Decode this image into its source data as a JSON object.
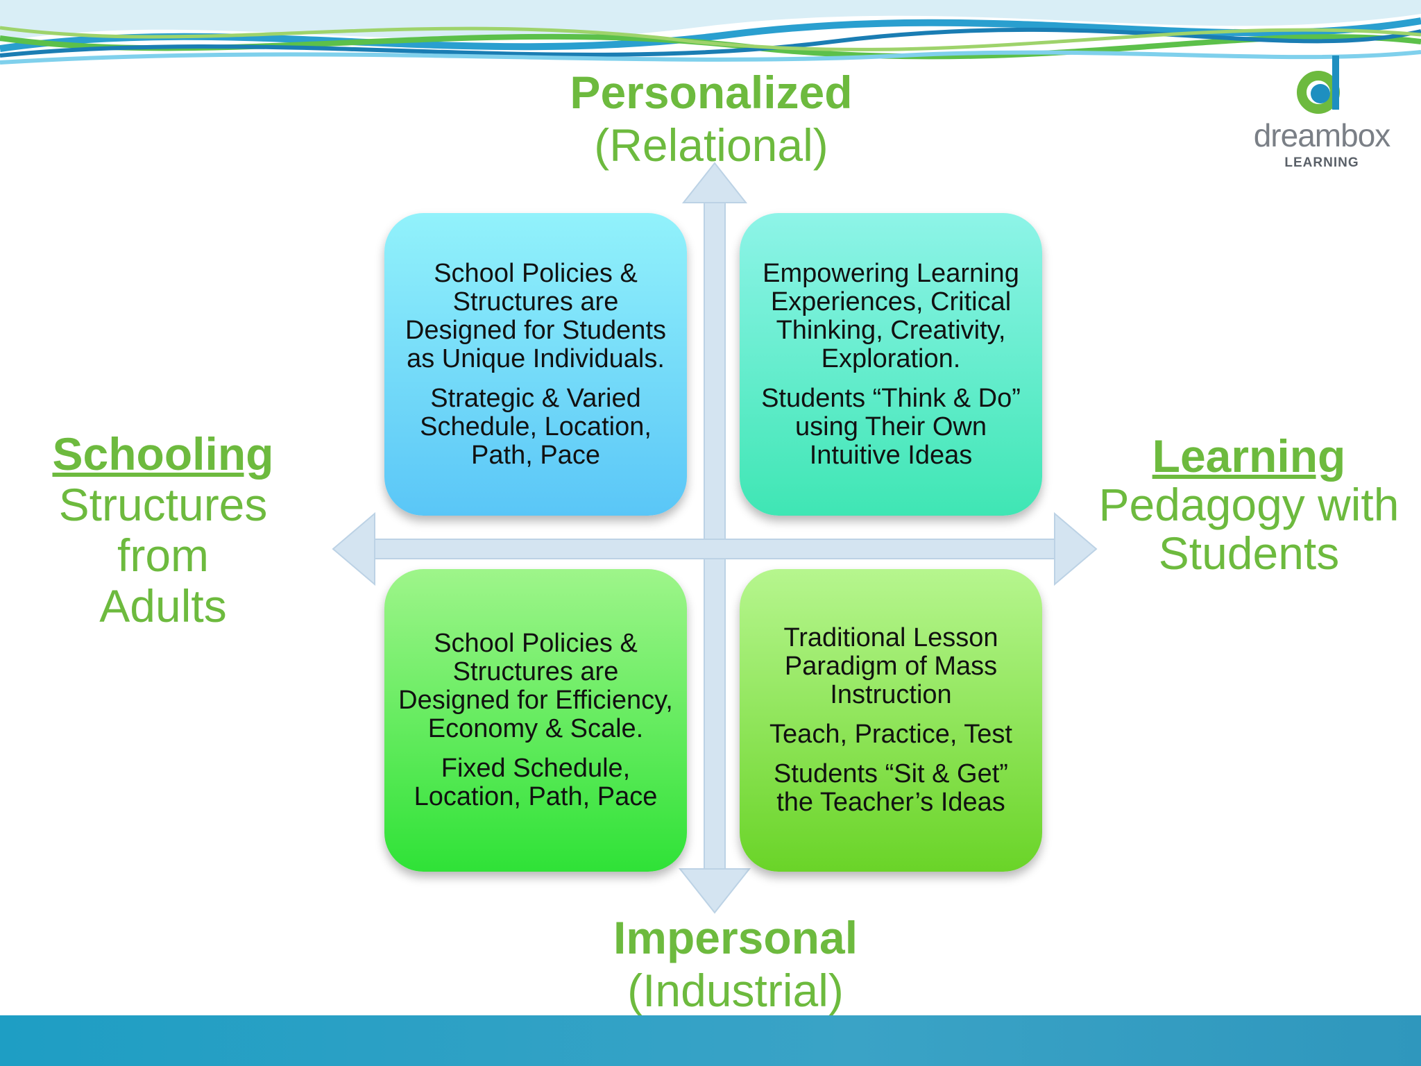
{
  "axes": {
    "top": {
      "title": "Personalized",
      "subtitle": "(Relational)"
    },
    "bottom": {
      "title": "Impersonal",
      "subtitle": "(Industrial)"
    },
    "left": {
      "title": "Schooling",
      "line1": "Structures",
      "line2": "from",
      "line3": "Adults"
    },
    "right": {
      "title": "Learning",
      "line1": "Pedagogy with",
      "line2": "Students"
    }
  },
  "quadrants": {
    "top_left": {
      "text1": "School Policies & Structures are Designed for Students as Unique Individuals.",
      "text2": "Strategic & Varied Schedule, Location, Path, Pace"
    },
    "top_right": {
      "text1": "Empowering Learning Experiences, Critical Thinking, Creativity, Exploration.",
      "text2": "Students “Think & Do” using Their Own Intuitive Ideas"
    },
    "bottom_left": {
      "text1": "School Policies & Structures are Designed for Efficiency, Economy & Scale.",
      "text2": "Fixed Schedule, Location, Path, Pace"
    },
    "bottom_right": {
      "text1": "Traditional Lesson Paradigm of Mass Instruction",
      "text2": "Teach, Practice, Test",
      "text3": "Students “Sit & Get” the Teacher’s Ideas"
    }
  },
  "logo": {
    "name": "dreambox",
    "sub": "LEARNING"
  },
  "colors": {
    "accent_green": "#6dba3e",
    "arrow": "#d4e4f1",
    "footer": "#2fa0c4"
  }
}
